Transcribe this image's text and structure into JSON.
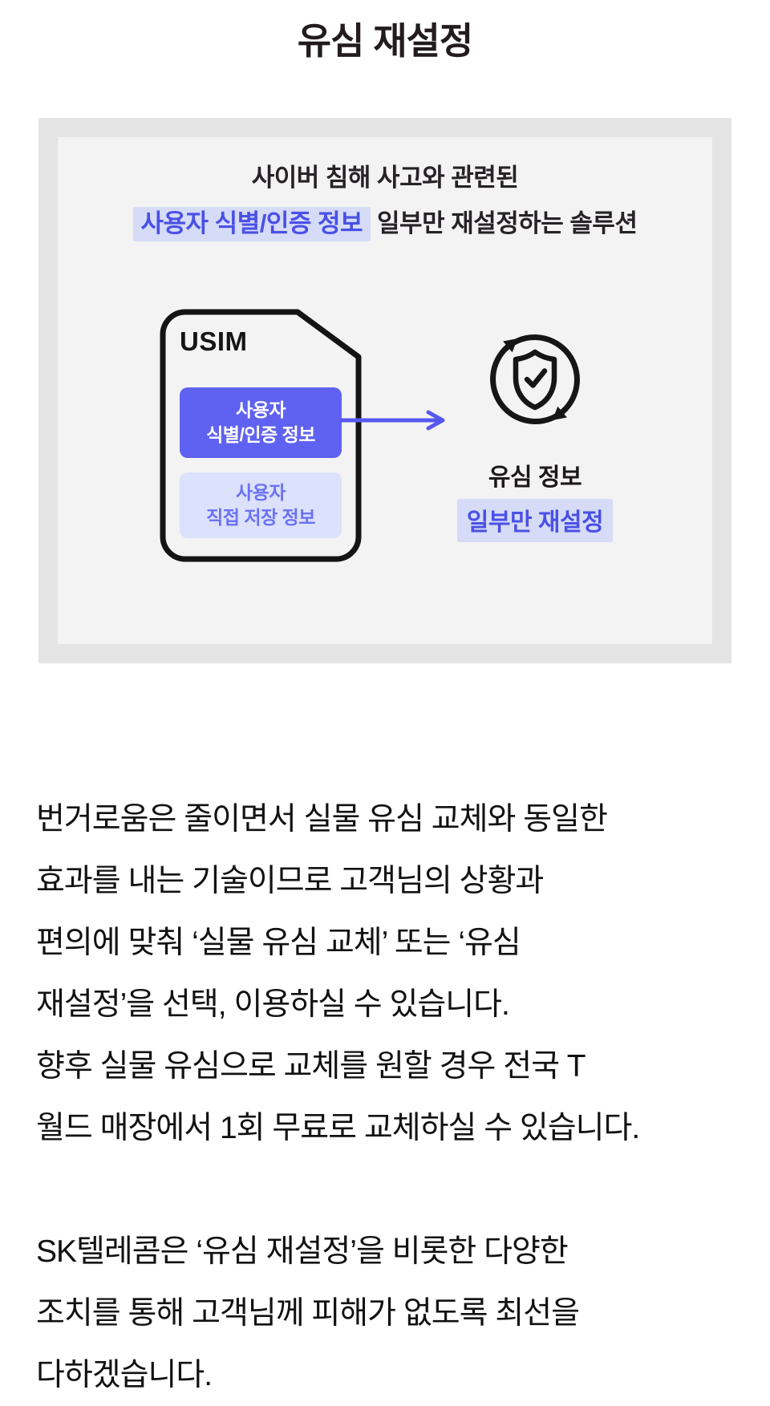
{
  "page_title": "유심 재설정",
  "infographic": {
    "heading": {
      "line1": "사이버 침해 사고와 관련된",
      "line2_highlight": "사용자 식별/인증 정보",
      "line2_rest": "일부만 재설정하는 솔루션"
    },
    "usim_card": {
      "label": "USIM",
      "auth_box": {
        "line1": "사용자",
        "line2": "식별/인증 정보"
      },
      "storage_box": {
        "line1": "사용자",
        "line2": "직접 저장 정보"
      }
    },
    "result": {
      "title": "유심 정보",
      "highlight": "일부만 재설정"
    },
    "icons": {
      "flow_arrow": "arrow-right-icon",
      "badge": "shield-refresh-icon"
    },
    "colors": {
      "accent_purple": "#5f62f0",
      "accent_purple_light": "#dce1fc",
      "highlight_bg": "#d6dbf8",
      "highlight_text": "#4a50e5",
      "panel_outer": "#e4e4e4",
      "panel_inner": "#f3f3f3",
      "arrow": "#5558f0"
    }
  },
  "body": {
    "paragraph1_lines": [
      "번거로움은 줄이면서 실물 유심 교체와 동일한",
      "효과를 내는 기술이므로 고객님의 상황과",
      "편의에 맞춰 ‘실물 유심 교체’ 또는 ‘유심",
      "재설정’을 선택, 이용하실 수 있습니다.",
      "향후 실물 유심으로 교체를 원할 경우 전국 T",
      "월드 매장에서 1회 무료로 교체하실 수 있습니다."
    ],
    "paragraph2_lines": [
      "SK텔레콤은 ‘유심 재설정’을 비롯한 다양한",
      "조치를 통해 고객님께 피해가 없도록 최선을",
      "다하겠습니다."
    ]
  }
}
